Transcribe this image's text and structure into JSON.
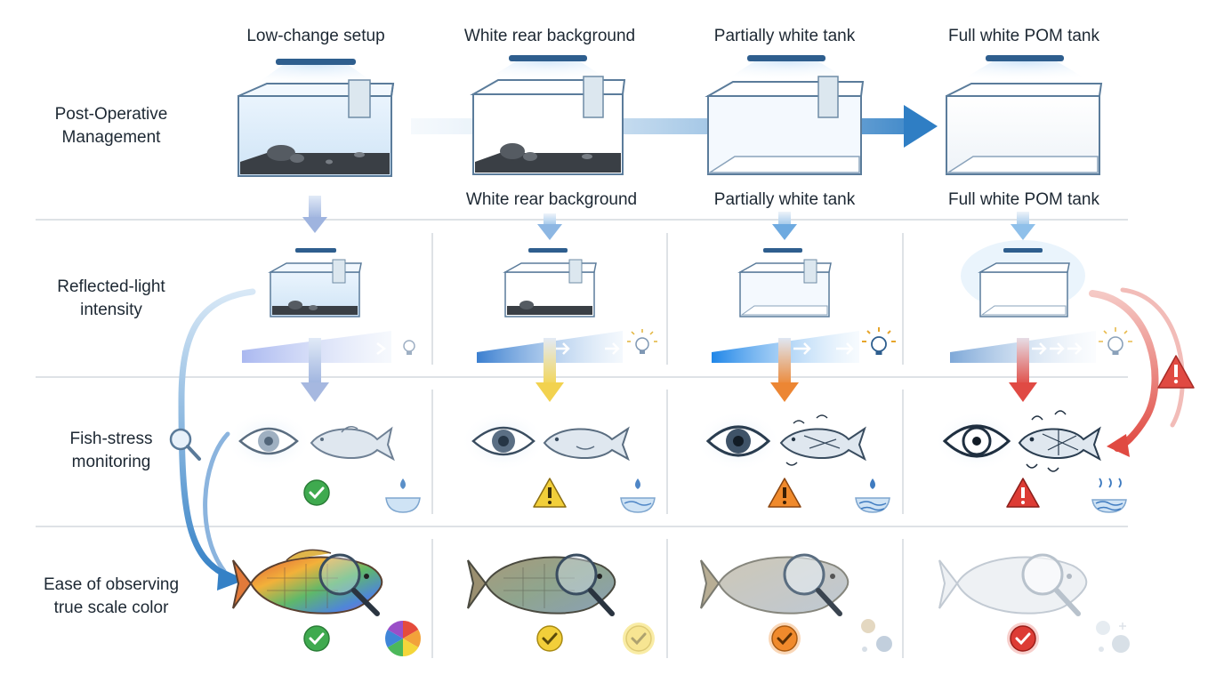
{
  "columns": [
    {
      "title": "Low-change setup",
      "subtitle": ""
    },
    {
      "title": "White rear background",
      "subtitle": "White rear background"
    },
    {
      "title": "Partially white tank",
      "subtitle": "Partially white tank"
    },
    {
      "title": "Full white POM tank",
      "subtitle": "Full white POM tank"
    }
  ],
  "rows": {
    "management": {
      "line1": "Post-Operative",
      "line2": "Management"
    },
    "light": {
      "line1": "Reflected-light",
      "line2": "intensity"
    },
    "stress": {
      "line1": "Fish-stress",
      "line2": "monitoring"
    },
    "observe": {
      "line1": "Ease of observing",
      "line2": "true scale color"
    }
  },
  "icons": {
    "tank": "aquarium-tank-icon",
    "lamp": "led-lamp-icon",
    "bulb": "light-bulb-icon",
    "eye": "eye-icon",
    "fish": "fish-icon",
    "water": "water-bowl-icon",
    "check": "check-badge-icon",
    "warning": "warning-triangle-icon",
    "magnifier": "magnifier-icon",
    "color_wheel": "color-wheel-icon"
  },
  "status": {
    "stress": [
      "ok",
      "caution",
      "warning",
      "alert"
    ],
    "observe": [
      "easy",
      "moderate",
      "hard",
      "very-hard"
    ]
  },
  "colors": {
    "ok": "#3faa4f",
    "caution": "#f2cf3a",
    "warning": "#f08a2c",
    "alert": "#dd3c35",
    "flow_blue": "#3b86c8",
    "flow_red": "#e05a52",
    "divider": "#d3d8de"
  }
}
